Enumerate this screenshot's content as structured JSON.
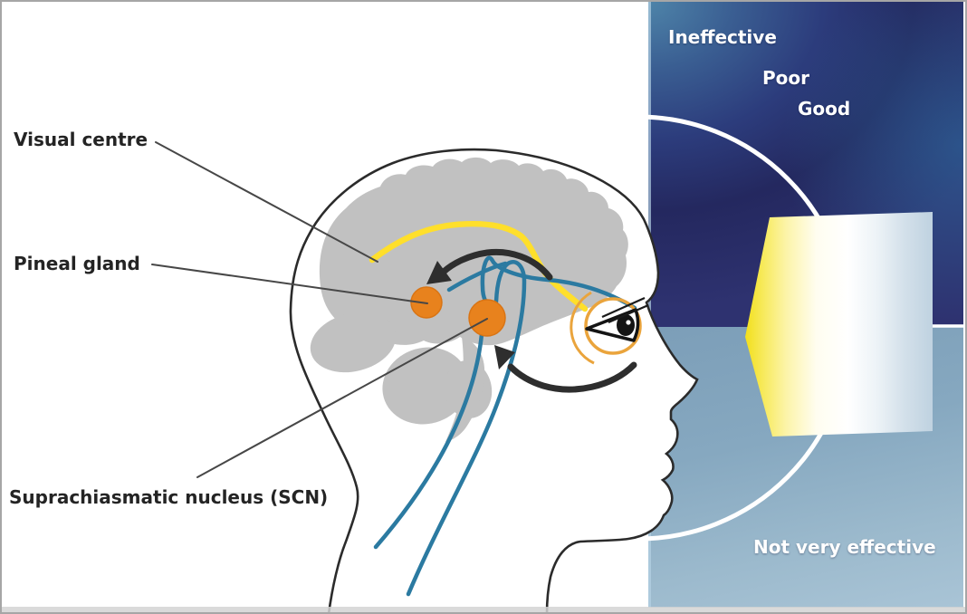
{
  "figure": {
    "anatomy_labels": {
      "visual_centre": "Visual centre",
      "pineal_gland": "Pineal gland",
      "scn": "Suprachiasmatic nucleus (SCN)"
    },
    "light_effectiveness_zones": {
      "ineffective": "Ineffective",
      "poor": "Poor",
      "good": "Good",
      "not_very_effective": "Not very effective"
    },
    "colors": {
      "pathway_yellow": "#ffdf2b",
      "pathway_teal": "#2b7aa1",
      "nuclei_orange": "#e8821d",
      "eye_halo_orange": "#eaa43c",
      "brain_gray": "#c1c1c1",
      "panel_navy": "#262a64",
      "panel_light_blue": "#8badc4",
      "beam_yellow": "#f2df1c",
      "arc_white": "#ffffff"
    }
  }
}
